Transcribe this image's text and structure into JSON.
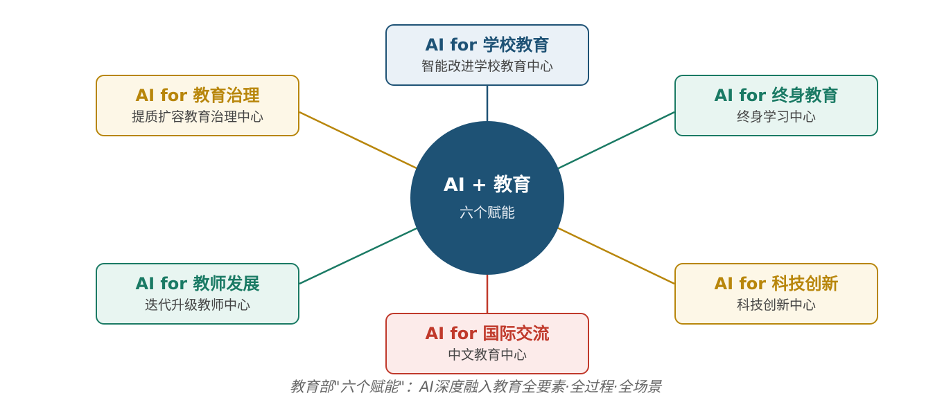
{
  "center": {
    "title": "AI + 教育",
    "subtitle": "六个赋能",
    "color": "#1e5275"
  },
  "nodes": {
    "school": {
      "title": "AI for 学校教育",
      "subtitle": "智能改进学校教育中心",
      "border_color": "#1e5275",
      "title_color": "#1e5275",
      "fill_color": "#eaf1f7"
    },
    "governance": {
      "title": "AI for 教育治理",
      "subtitle": "提质扩容教育治理中心",
      "border_color": "#b8860b",
      "title_color": "#b8860b",
      "fill_color": "#fdf7e7"
    },
    "lifelong": {
      "title": "AI for 终身教育",
      "subtitle": "终身学习中心",
      "border_color": "#1a7a64",
      "title_color": "#1a7a64",
      "fill_color": "#e8f5f1"
    },
    "teacher": {
      "title": "AI for 教师发展",
      "subtitle": "迭代升级教师中心",
      "border_color": "#1a7a64",
      "title_color": "#1a7a64",
      "fill_color": "#e8f5f1"
    },
    "tech": {
      "title": "AI for 科技创新",
      "subtitle": "科技创新中心",
      "border_color": "#b8860b",
      "title_color": "#b8860b",
      "fill_color": "#fdf7e7"
    },
    "intl": {
      "title": "AI for 国际交流",
      "subtitle": "中文教育中心",
      "border_color": "#c0392b",
      "title_color": "#c0392b",
      "fill_color": "#fcebea"
    }
  },
  "caption": "教育部\"六个赋能\"：AI深度融入教育全要素·全过程·全场景"
}
